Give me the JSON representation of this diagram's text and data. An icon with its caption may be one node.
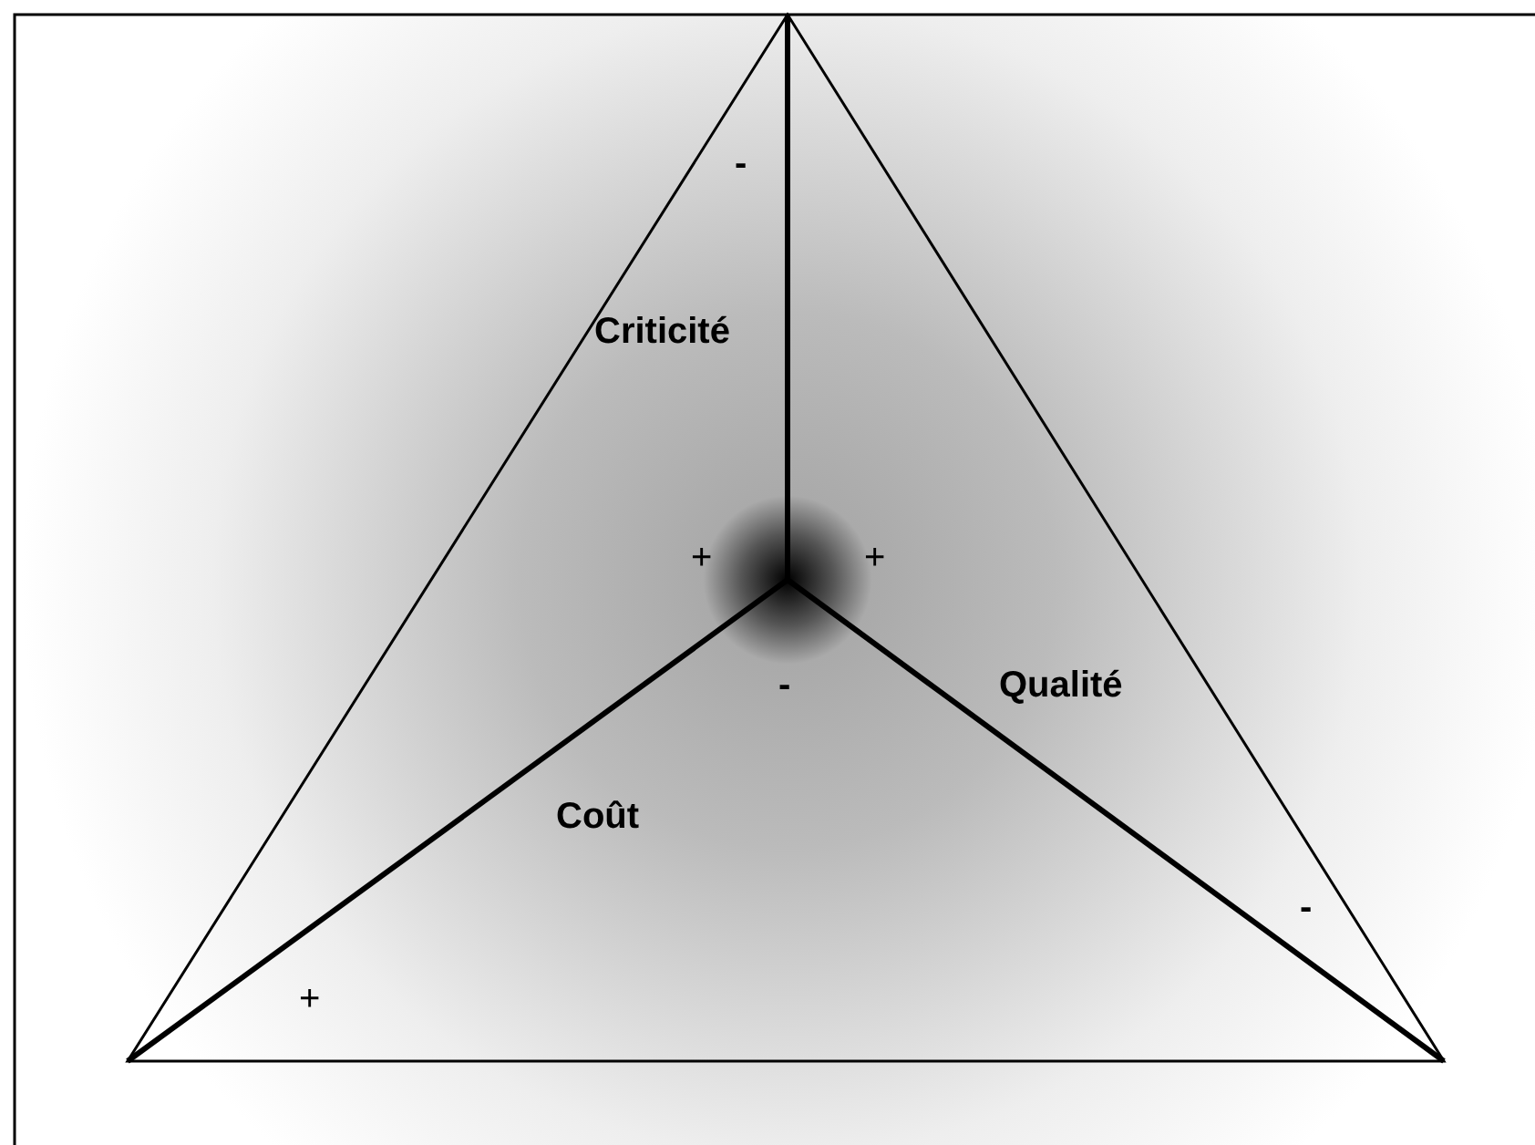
{
  "diagram": {
    "labels": [
      "-",
      "Criticité",
      "+",
      "+",
      "Qualité",
      "-",
      "Coût",
      "-",
      "+"
    ]
  }
}
